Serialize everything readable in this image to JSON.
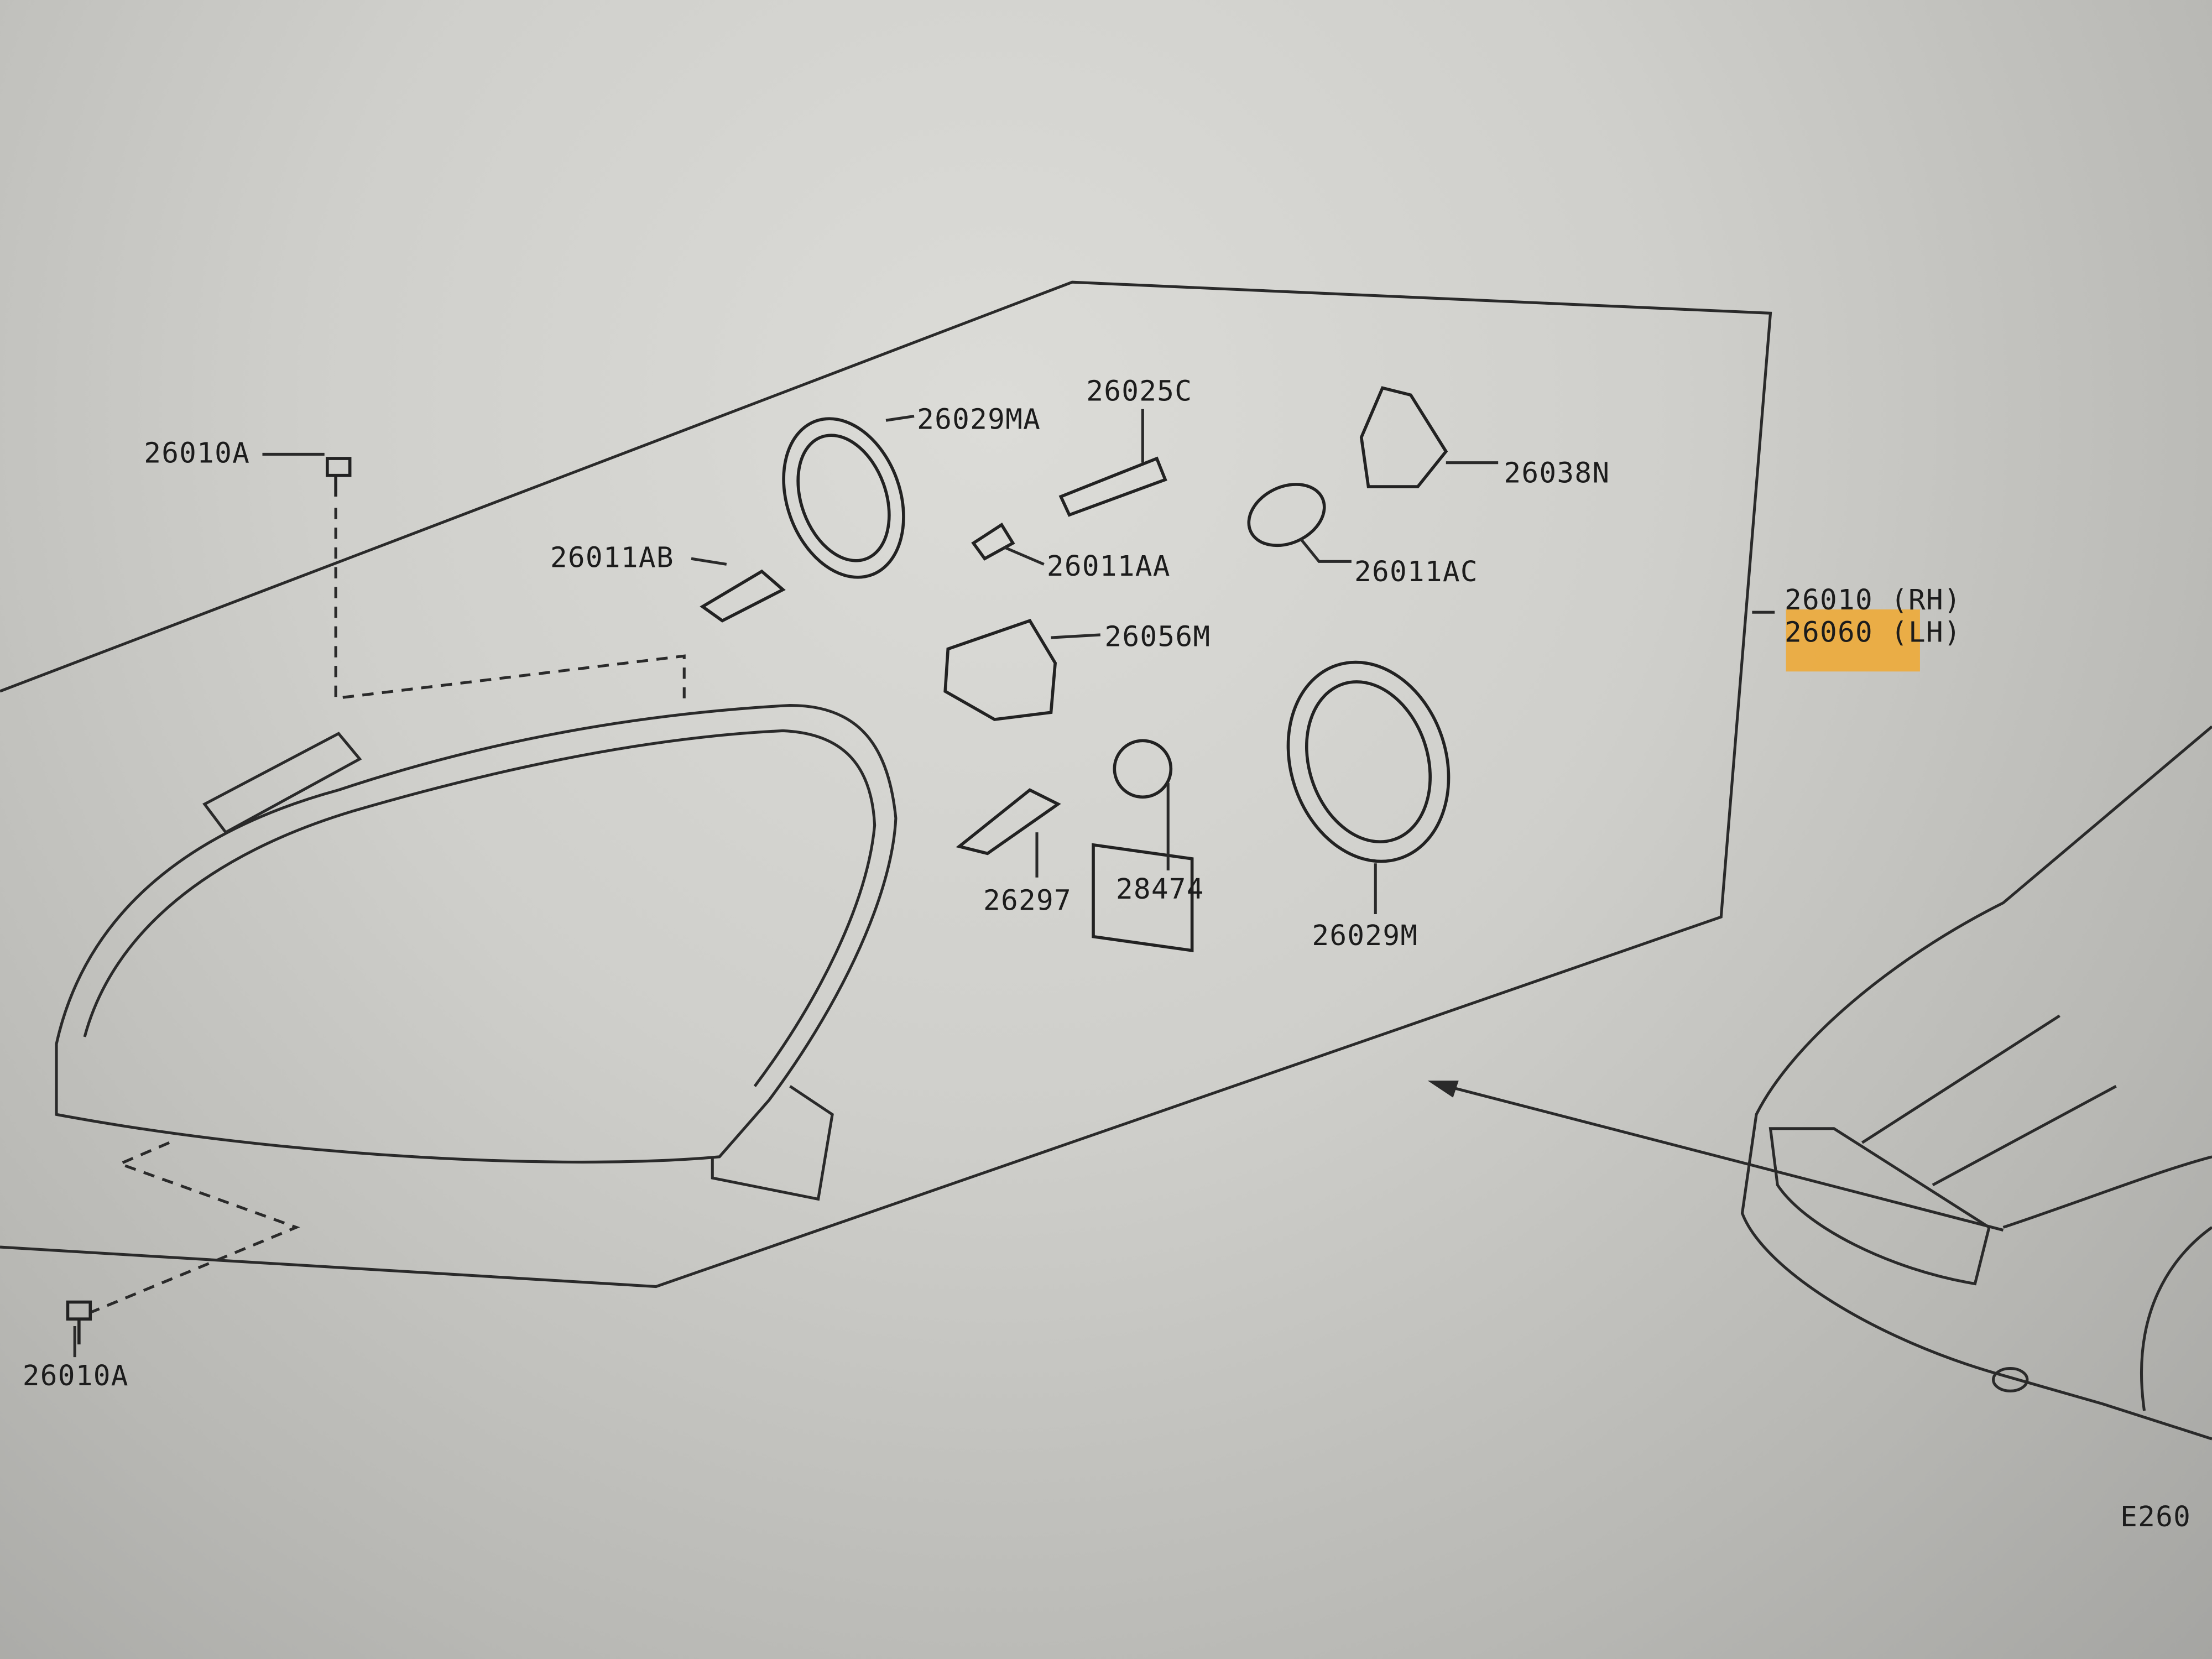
{
  "diagram": {
    "title_code": "E260",
    "assembly": {
      "rh": "26010 (RH)",
      "lh": "26060 (LH)"
    },
    "highlight_color": "#f0a830",
    "labels": {
      "bolt_top": "26010A",
      "bolt_bottom": "26010A",
      "cap_upper": "26029MA",
      "bulb_26025c": "26025C",
      "socket_26038n": "26038N",
      "bulb_26011ab": "26011AB",
      "bulb_26011aa": "26011AA",
      "bulb_26011ac": "26011AC",
      "actuator_26056m": "26056M",
      "bulb_26297": "26297",
      "ballast_28474": "28474",
      "cap_lower": "26029M"
    }
  }
}
